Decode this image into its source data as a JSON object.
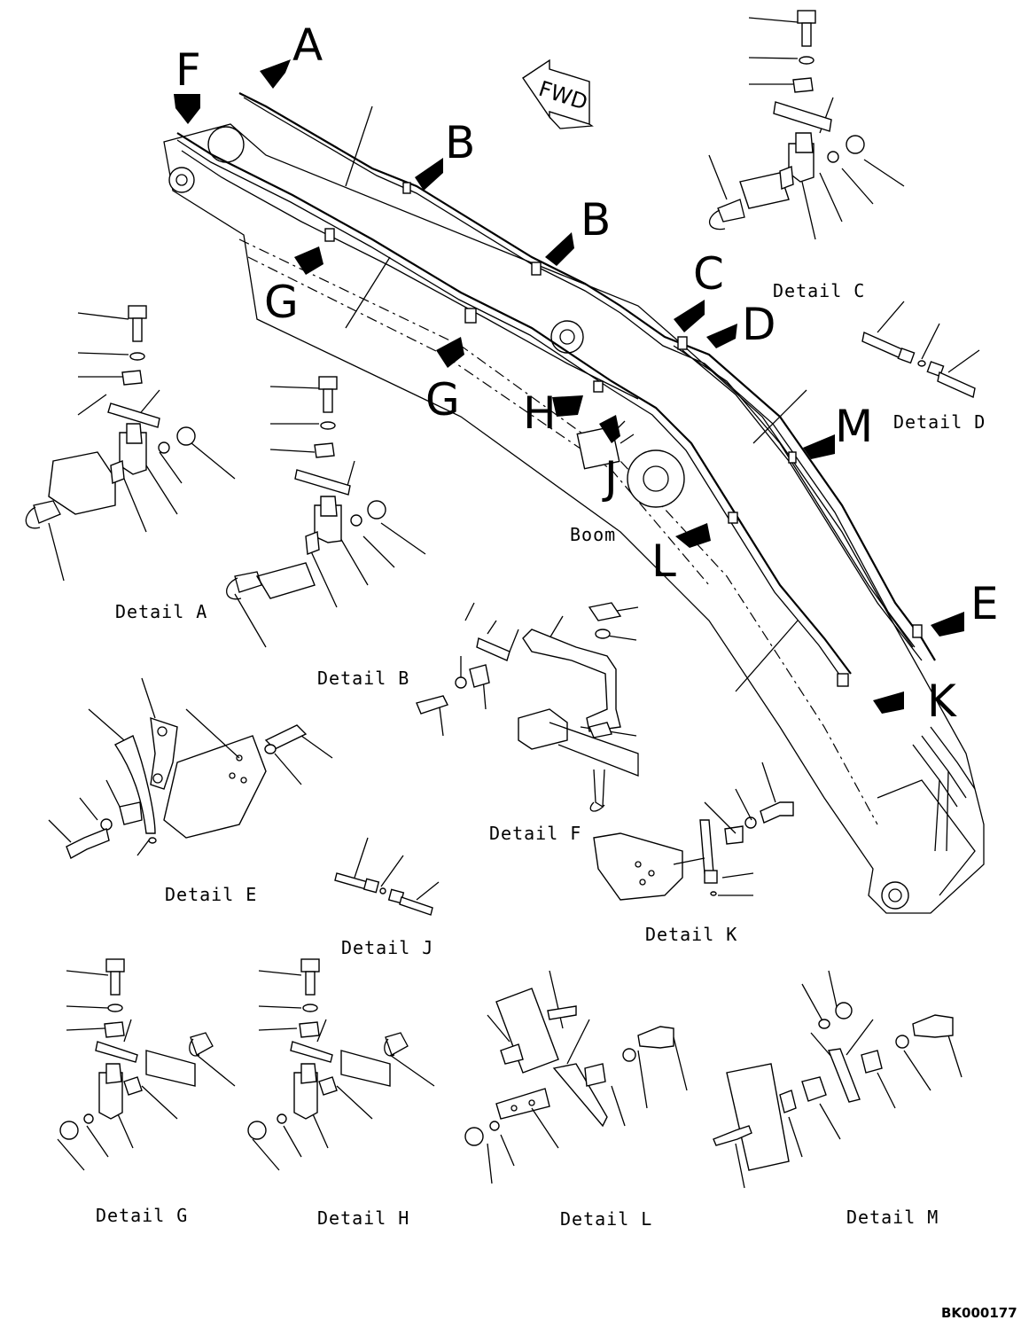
{
  "diagram": {
    "direction_label": "FWD",
    "component_label": "Boom",
    "drawing_code": "BK000177",
    "callouts": [
      "A",
      "B",
      "B",
      "C",
      "D",
      "E",
      "F",
      "G",
      "G",
      "H",
      "J",
      "K",
      "L",
      "M"
    ],
    "details": {
      "a": "Detail A",
      "b": "Detail B",
      "c": "Detail C",
      "d": "Detail D",
      "e": "Detail E",
      "f": "Detail F",
      "g": "Detail G",
      "h": "Detail H",
      "j": "Detail J",
      "k": "Detail K",
      "l": "Detail L",
      "m": "Detail M"
    }
  }
}
